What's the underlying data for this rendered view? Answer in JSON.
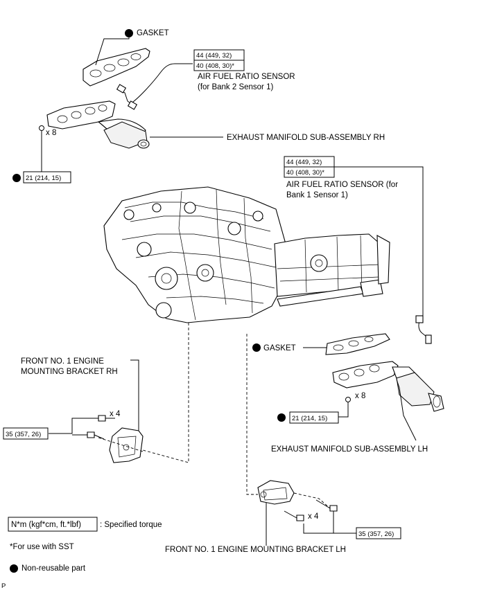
{
  "labels": {
    "gasket_top": "GASKET",
    "af_sensor_b2": "AIR FUEL RATIO SENSOR",
    "af_sensor_b2_sub": "(for Bank 2 Sensor 1)",
    "manifold_rh": "EXHAUST MANIFOLD SUB-ASSEMBLY RH",
    "af_sensor_b1": "AIR FUEL RATIO SENSOR (for",
    "af_sensor_b1_sub": "Bank 1 Sensor 1)",
    "gasket_lh": "GASKET",
    "bracket_rh_1": "FRONT NO. 1 ENGINE",
    "bracket_rh_2": "MOUNTING BRACKET RH",
    "manifold_lh": "EXHAUST MANIFOLD SUB-ASSEMBLY LH",
    "bracket_lh": "FRONT NO. 1 ENGINE MOUNTING BRACKET LH"
  },
  "torque": {
    "b2_line1": "44 (449, 32)",
    "b2_line2": "40 (408, 30)*",
    "b1_line1": "44 (449, 32)",
    "b1_line2": "40 (408, 30)*",
    "rh_nut": "21 (214, 15)",
    "lh_nut": "21 (214, 15)",
    "bracket_rh": "35 (357, 26)",
    "bracket_lh": "35 (357, 26)"
  },
  "qty": {
    "rh_nut": "x 8",
    "lh_nut": "x 8",
    "bracket_rh": "x 4",
    "bracket_lh": "x 4"
  },
  "legend": {
    "torque_units": "N*m (kgf*cm, ft.*lbf)",
    "torque_desc": ": Specified torque",
    "sst_note": "*For use with SST",
    "non_reusable": "Non-reusable part"
  },
  "corner_mark": "P"
}
